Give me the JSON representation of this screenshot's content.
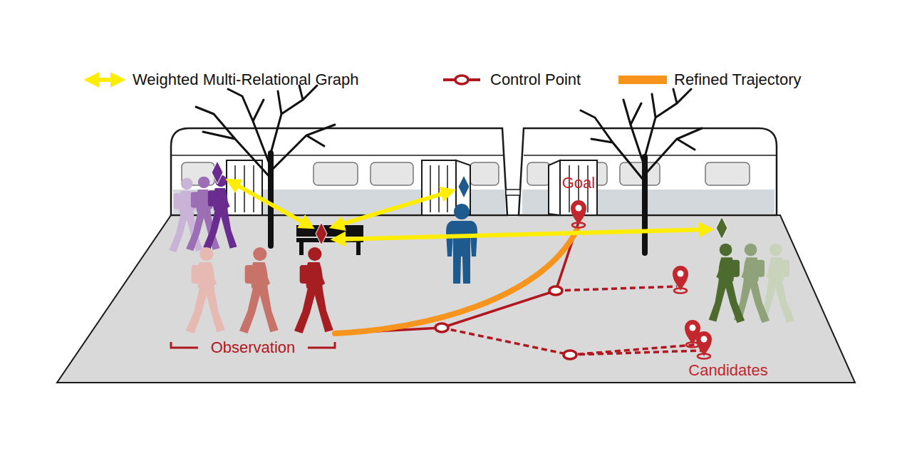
{
  "diagram": {
    "labels": [
      "Goal",
      "Observation",
      "Candidates"
    ],
    "legend": [
      {
        "text": "Weighted Multi-Relational Graph"
      },
      {
        "text": "Control Point"
      },
      {
        "text": "Refined Trajectory",
        "color": "#f7941d"
      }
    ]
  }
}
